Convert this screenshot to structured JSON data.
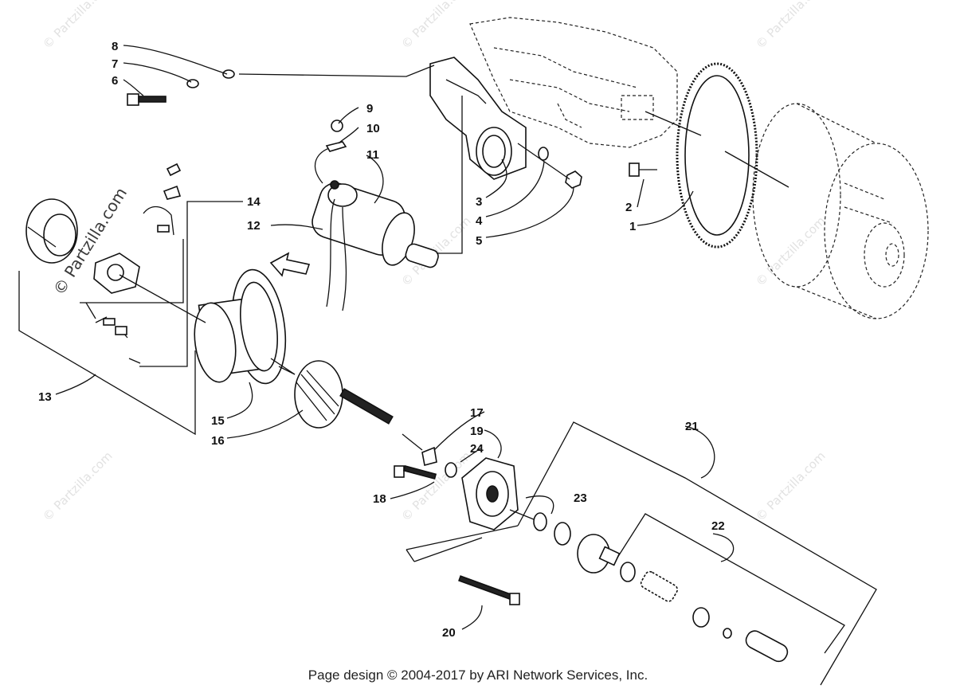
{
  "watermarks": {
    "small": "© Partzilla.com",
    "large": "© Partzilla.com"
  },
  "callouts": [
    {
      "id": "1",
      "label": "1"
    },
    {
      "id": "2",
      "label": "2"
    },
    {
      "id": "3",
      "label": "3"
    },
    {
      "id": "4",
      "label": "4"
    },
    {
      "id": "5",
      "label": "5"
    },
    {
      "id": "6",
      "label": "6"
    },
    {
      "id": "7",
      "label": "7"
    },
    {
      "id": "8",
      "label": "8"
    },
    {
      "id": "9",
      "label": "9"
    },
    {
      "id": "10",
      "label": "10"
    },
    {
      "id": "11",
      "label": "11"
    },
    {
      "id": "12",
      "label": "12"
    },
    {
      "id": "13",
      "label": "13"
    },
    {
      "id": "14",
      "label": "14"
    },
    {
      "id": "15",
      "label": "15"
    },
    {
      "id": "16",
      "label": "16"
    },
    {
      "id": "17",
      "label": "17"
    },
    {
      "id": "18",
      "label": "18"
    },
    {
      "id": "19",
      "label": "19"
    },
    {
      "id": "20",
      "label": "20"
    },
    {
      "id": "21",
      "label": "21"
    },
    {
      "id": "22",
      "label": "22"
    },
    {
      "id": "23",
      "label": "23"
    },
    {
      "id": "24",
      "label": "24"
    }
  ],
  "footer": {
    "copyright": "Page design © 2004-2017 by ARI Network Services, Inc."
  }
}
